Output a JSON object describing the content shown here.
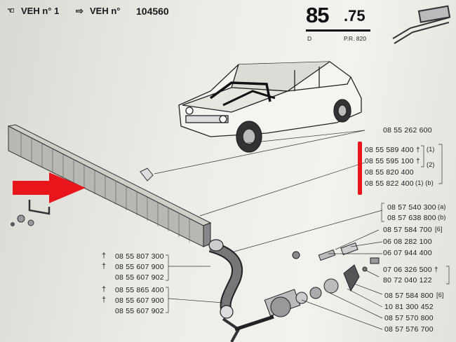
{
  "header": {
    "left_text": "VEH n° 1",
    "mid_text": "VEH n°",
    "vehicle_number": "104560",
    "page_major": "85",
    "page_minor": ".75",
    "sub_left": "D",
    "sub_right": "P.R. 820"
  },
  "parts_top": [
    {
      "ref": "08 55 262 600",
      "note": ""
    },
    {
      "ref": "08 55 589 400 †",
      "note": "(1)"
    },
    {
      "ref": "08 55 595 100 †",
      "note": "(2)"
    },
    {
      "ref": "08 55 820 400",
      "note": ""
    },
    {
      "ref": "08 55 822 400",
      "note": "(1) (b)"
    }
  ],
  "parts_mid": [
    {
      "ref": "08 57 540 300",
      "note": "(a)"
    },
    {
      "ref": "08 57 638 800",
      "note": "(b)"
    },
    {
      "ref": "08 57 584 700",
      "note": "[6]"
    },
    {
      "ref": "06 08 282 100",
      "note": ""
    },
    {
      "ref": "06 07 944 400",
      "note": ""
    },
    {
      "ref": "07 06 326 500 †",
      "note": ""
    },
    {
      "ref": "80 72 040 122",
      "note": ""
    },
    {
      "ref": "08 57 584 800",
      "note": "[6]"
    },
    {
      "ref": "10 81 300 452",
      "note": ""
    },
    {
      "ref": "08 57 570 800",
      "note": ""
    },
    {
      "ref": "08 57 576 700",
      "note": ""
    }
  ],
  "parts_left_a": [
    "08 55 807 300",
    "08 55 607 900",
    "08 55 607 902"
  ],
  "parts_left_b": [
    "08 55 865 400",
    "08 55 607 900",
    "08 55 607 902"
  ],
  "dagger": "†",
  "colors": {
    "highlight": "#e8151b",
    "ink": "#1c1c1c",
    "paper": "#ecece8"
  }
}
